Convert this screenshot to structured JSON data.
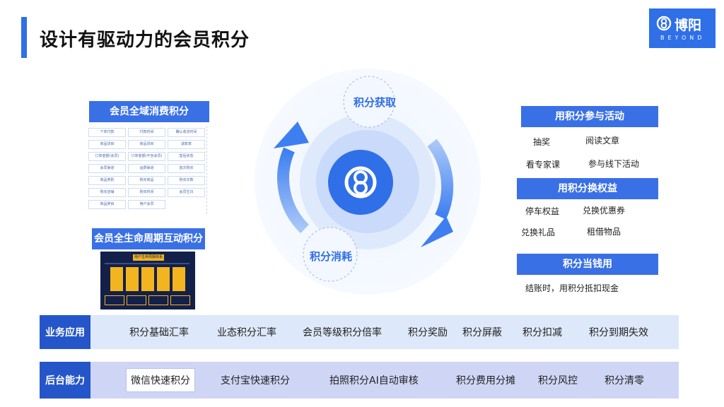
{
  "page": {
    "title": "设计有驱动力的会员积分"
  },
  "logo": {
    "cn": "博阳",
    "en": "BEYOND"
  },
  "left": {
    "consumption_title": "会员全域消费积分",
    "consumption_cells": [
      "下单付款",
      "付款时间",
      "确认收货时间",
      "商品货目",
      "商品货目",
      "退款率",
      "订单金额(会员)",
      "订单金额(不含会员)",
      "售后状态",
      "会员渠道",
      "运费渠道",
      "首次购买",
      "商品类别",
      "购买商品",
      "购买次数",
      "购买店铺",
      "购买时间",
      "会员生日",
      "商品类目",
      "用户会员"
    ],
    "lifecycle_title": "会员全生命周期互动积分",
    "lifecycle_image_title": "用户生命周期体系"
  },
  "cycle": {
    "acquire": "积分获取",
    "consume": "积分消耗"
  },
  "right": {
    "activity_title": "用积分参与活动",
    "activity_items": [
      "抽奖",
      "阅读文章",
      "看专家课",
      "参与线下活动"
    ],
    "rights_title": "用积分换权益",
    "rights_items": [
      "停车权益",
      "兑换优惠券",
      "兑换礼品",
      "租借物品"
    ],
    "cash_title": "积分当钱用",
    "cash_text": "结账时，用积分抵扣现金"
  },
  "business": {
    "title": "业务应用",
    "items": [
      "积分基础汇率",
      "业态积分汇率",
      "会员等级积分倍率",
      "积分奖励",
      "积分屏蔽",
      "积分扣减",
      "积分到期失效"
    ]
  },
  "backend": {
    "title": "后台能力",
    "items": [
      "微信快速积分",
      "支付宝快速积分",
      "拍照积分AI自动审核",
      "积分费用分摊",
      "积分风控",
      "积分清零"
    ]
  },
  "colors": {
    "primary": "#2f6fe8",
    "dark_blue": "#2556c9",
    "row_bg1": "#dde8fa",
    "row_bg2": "#cfd5f5"
  }
}
